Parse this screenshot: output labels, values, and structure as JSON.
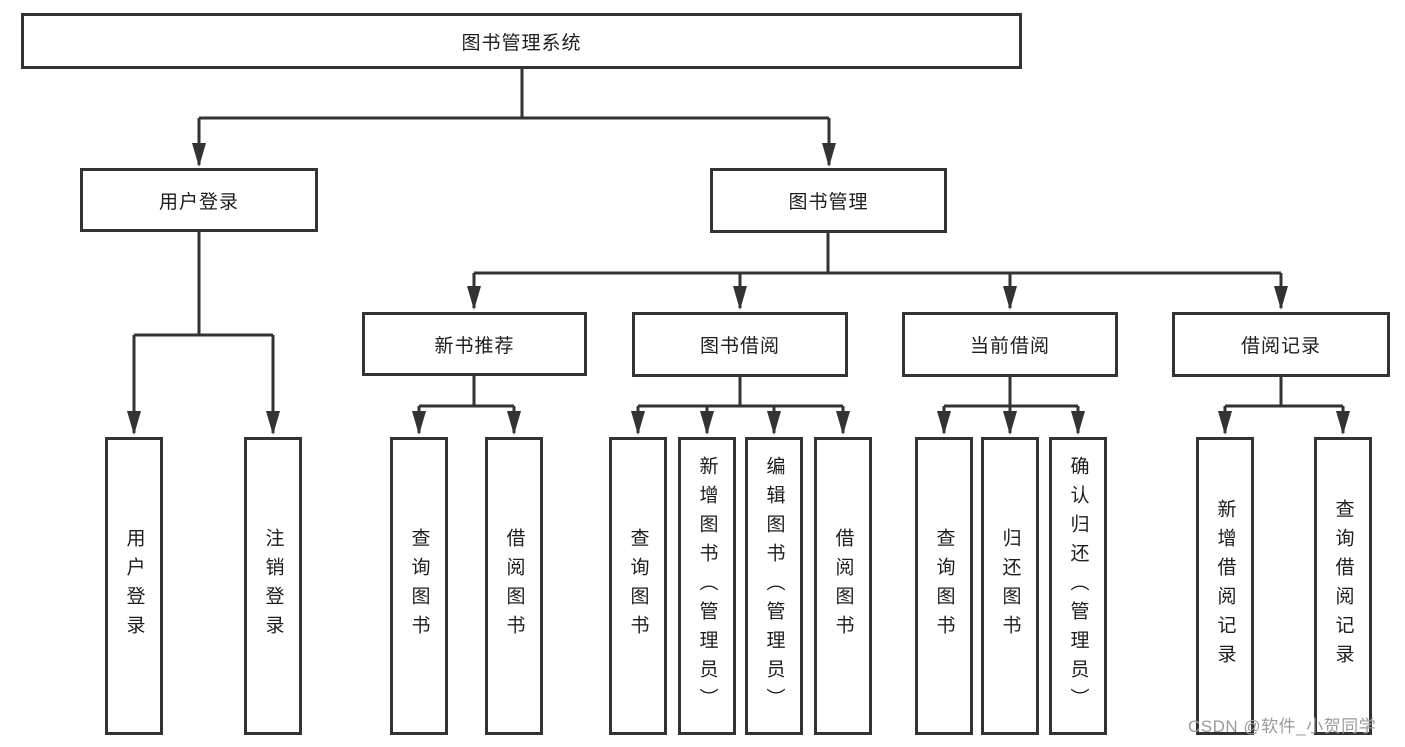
{
  "colors": {
    "line": "#333333",
    "text": "#1d1d1f",
    "background": "#ffffff",
    "watermark_color": "#9b9b9b"
  },
  "watermark": "CSDN @软件_小贺同学",
  "tree": {
    "label": "图书管理系统",
    "children": [
      {
        "label": "用户登录",
        "children": [
          {
            "label": "用户登录"
          },
          {
            "label": "注销登录"
          }
        ]
      },
      {
        "label": "图书管理",
        "children": [
          {
            "label": "新书推荐",
            "children": [
              {
                "label": "查询图书"
              },
              {
                "label": "借阅图书"
              }
            ]
          },
          {
            "label": "图书借阅",
            "children": [
              {
                "label": "查询图书"
              },
              {
                "label": "新增图书（管理员）"
              },
              {
                "label": "编辑图书（管理员）"
              },
              {
                "label": "借阅图书"
              }
            ]
          },
          {
            "label": "当前借阅",
            "children": [
              {
                "label": "查询图书"
              },
              {
                "label": "归还图书"
              },
              {
                "label": "确认归还（管理员）"
              }
            ]
          },
          {
            "label": "借阅记录",
            "children": [
              {
                "label": "新增借阅记录"
              },
              {
                "label": "查询借阅记录"
              }
            ]
          }
        ]
      }
    ]
  }
}
